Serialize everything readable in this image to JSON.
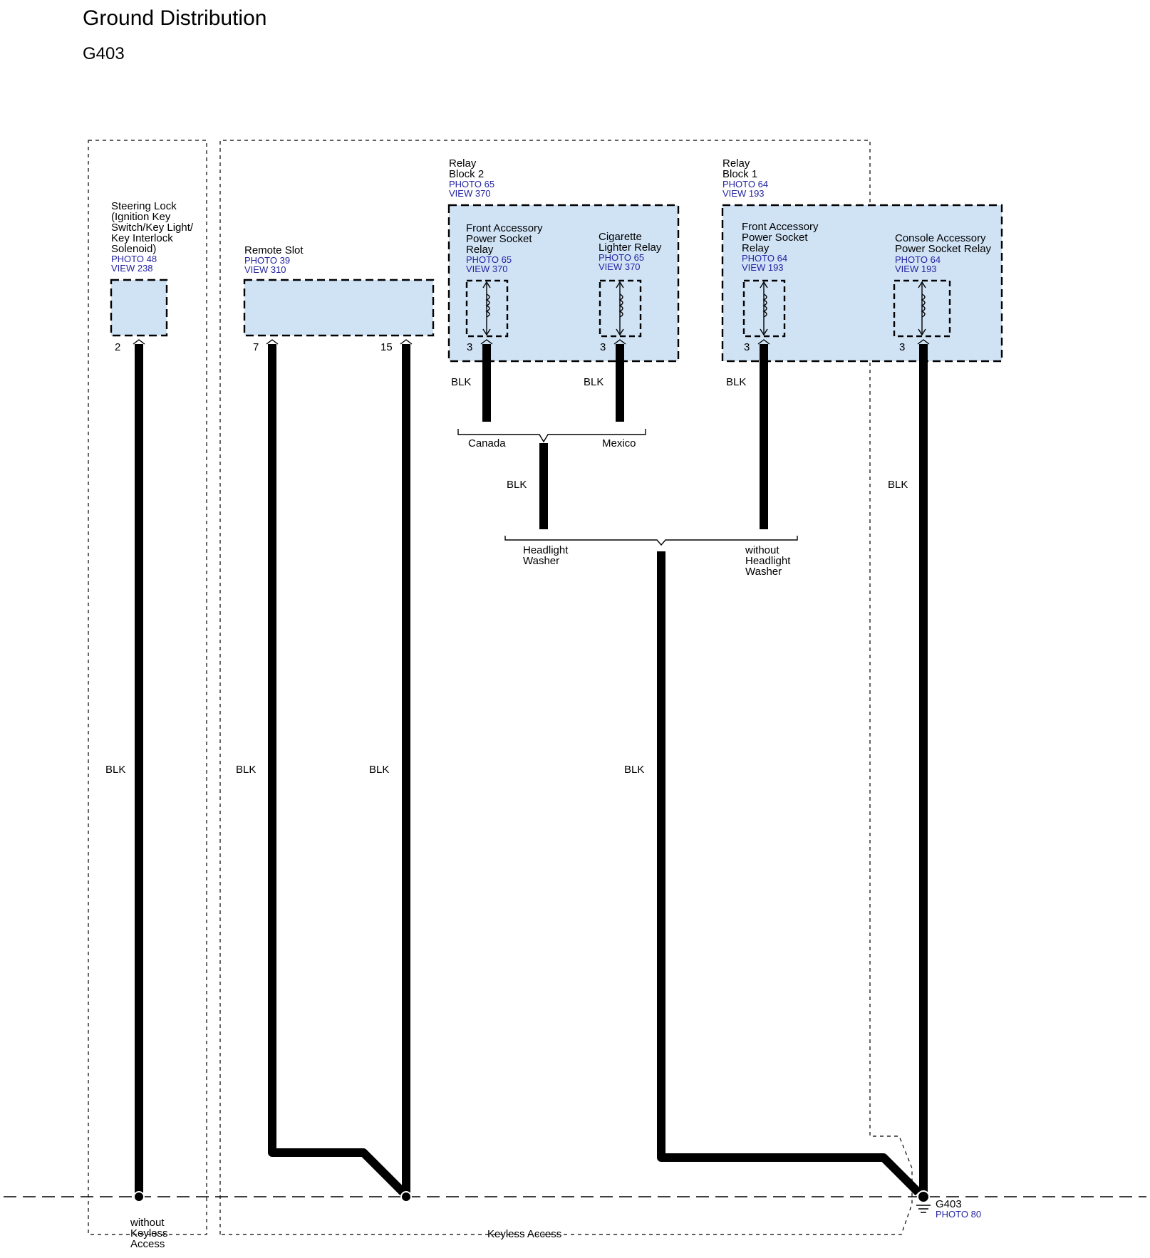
{
  "header": {
    "title": "Ground Distribution",
    "subtitle": "G403"
  },
  "components": {
    "steering_lock": {
      "lines": [
        "Steering Lock",
        "(Ignition Key",
        "Switch/Key Light/",
        "Key Interlock",
        "Solenoid)"
      ],
      "photo": "PHOTO 48",
      "view": "VIEW 238",
      "pin": "2"
    },
    "remote_slot": {
      "lines": [
        "Remote Slot"
      ],
      "photo": "PHOTO 39",
      "view": "VIEW 310",
      "pins": [
        "7",
        "15"
      ]
    },
    "relay_block_2": {
      "lines": [
        "Relay",
        "Block 2"
      ],
      "photo": "PHOTO 65",
      "view": "VIEW 370",
      "relays": [
        {
          "lines": [
            "Front Accessory",
            "Power Socket",
            "Relay"
          ],
          "photo": "PHOTO 65",
          "view": "VIEW 370",
          "pin": "3"
        },
        {
          "lines": [
            "Cigarette",
            "Lighter Relay"
          ],
          "photo": "PHOTO 65",
          "view": "VIEW 370",
          "pin": "3"
        }
      ]
    },
    "relay_block_1": {
      "lines": [
        "Relay",
        "Block 1"
      ],
      "photo": "PHOTO 64",
      "view": "VIEW 193",
      "relays": [
        {
          "lines": [
            "Front Accessory",
            "Power Socket",
            "Relay"
          ],
          "photo": "PHOTO 64",
          "view": "VIEW 193",
          "pin": "3"
        },
        {
          "lines": [
            "Console Accessory",
            "Power Socket Relay"
          ],
          "photo": "PHOTO 64",
          "view": "VIEW 193",
          "pin": "3"
        }
      ]
    }
  },
  "wire_color": "BLK",
  "options": {
    "canada": "Canada",
    "mexico": "Mexico",
    "headlight_washer": [
      "Headlight",
      "Washer"
    ],
    "without_headlight_washer": [
      "without",
      "Headlight",
      "Washer"
    ],
    "without_keyless": [
      "without",
      "Keyless",
      "Access"
    ],
    "keyless": "Keyless Access"
  },
  "ground": {
    "name": "G403",
    "photo": "PHOTO 80"
  },
  "colors": {
    "component_fill": "#d0e3f5",
    "reference_text": "#2424a0"
  }
}
